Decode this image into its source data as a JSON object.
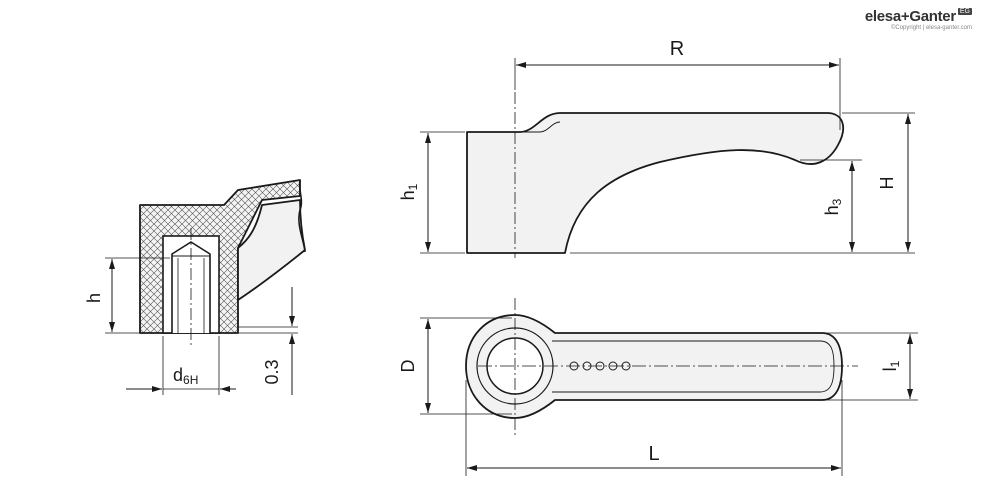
{
  "brand": {
    "logo_text": "elesa+Ganter",
    "badge": "EG",
    "copyright": "©Copyright | elesa-ganter.com"
  },
  "dimensions": {
    "R": "R",
    "h1_main": "h",
    "h1_sub": "1",
    "h3_main": "h",
    "h3_sub": "3",
    "H": "H",
    "D": "D",
    "l1_main": "l",
    "l1_sub": "1",
    "L": "L",
    "h": "h",
    "d6H_main": "d",
    "d6H_sub": "6H",
    "gap": "0.3"
  },
  "colors": {
    "line": "#1a1a1a",
    "fill": "#f2f2f2",
    "hatch": "#555555"
  }
}
